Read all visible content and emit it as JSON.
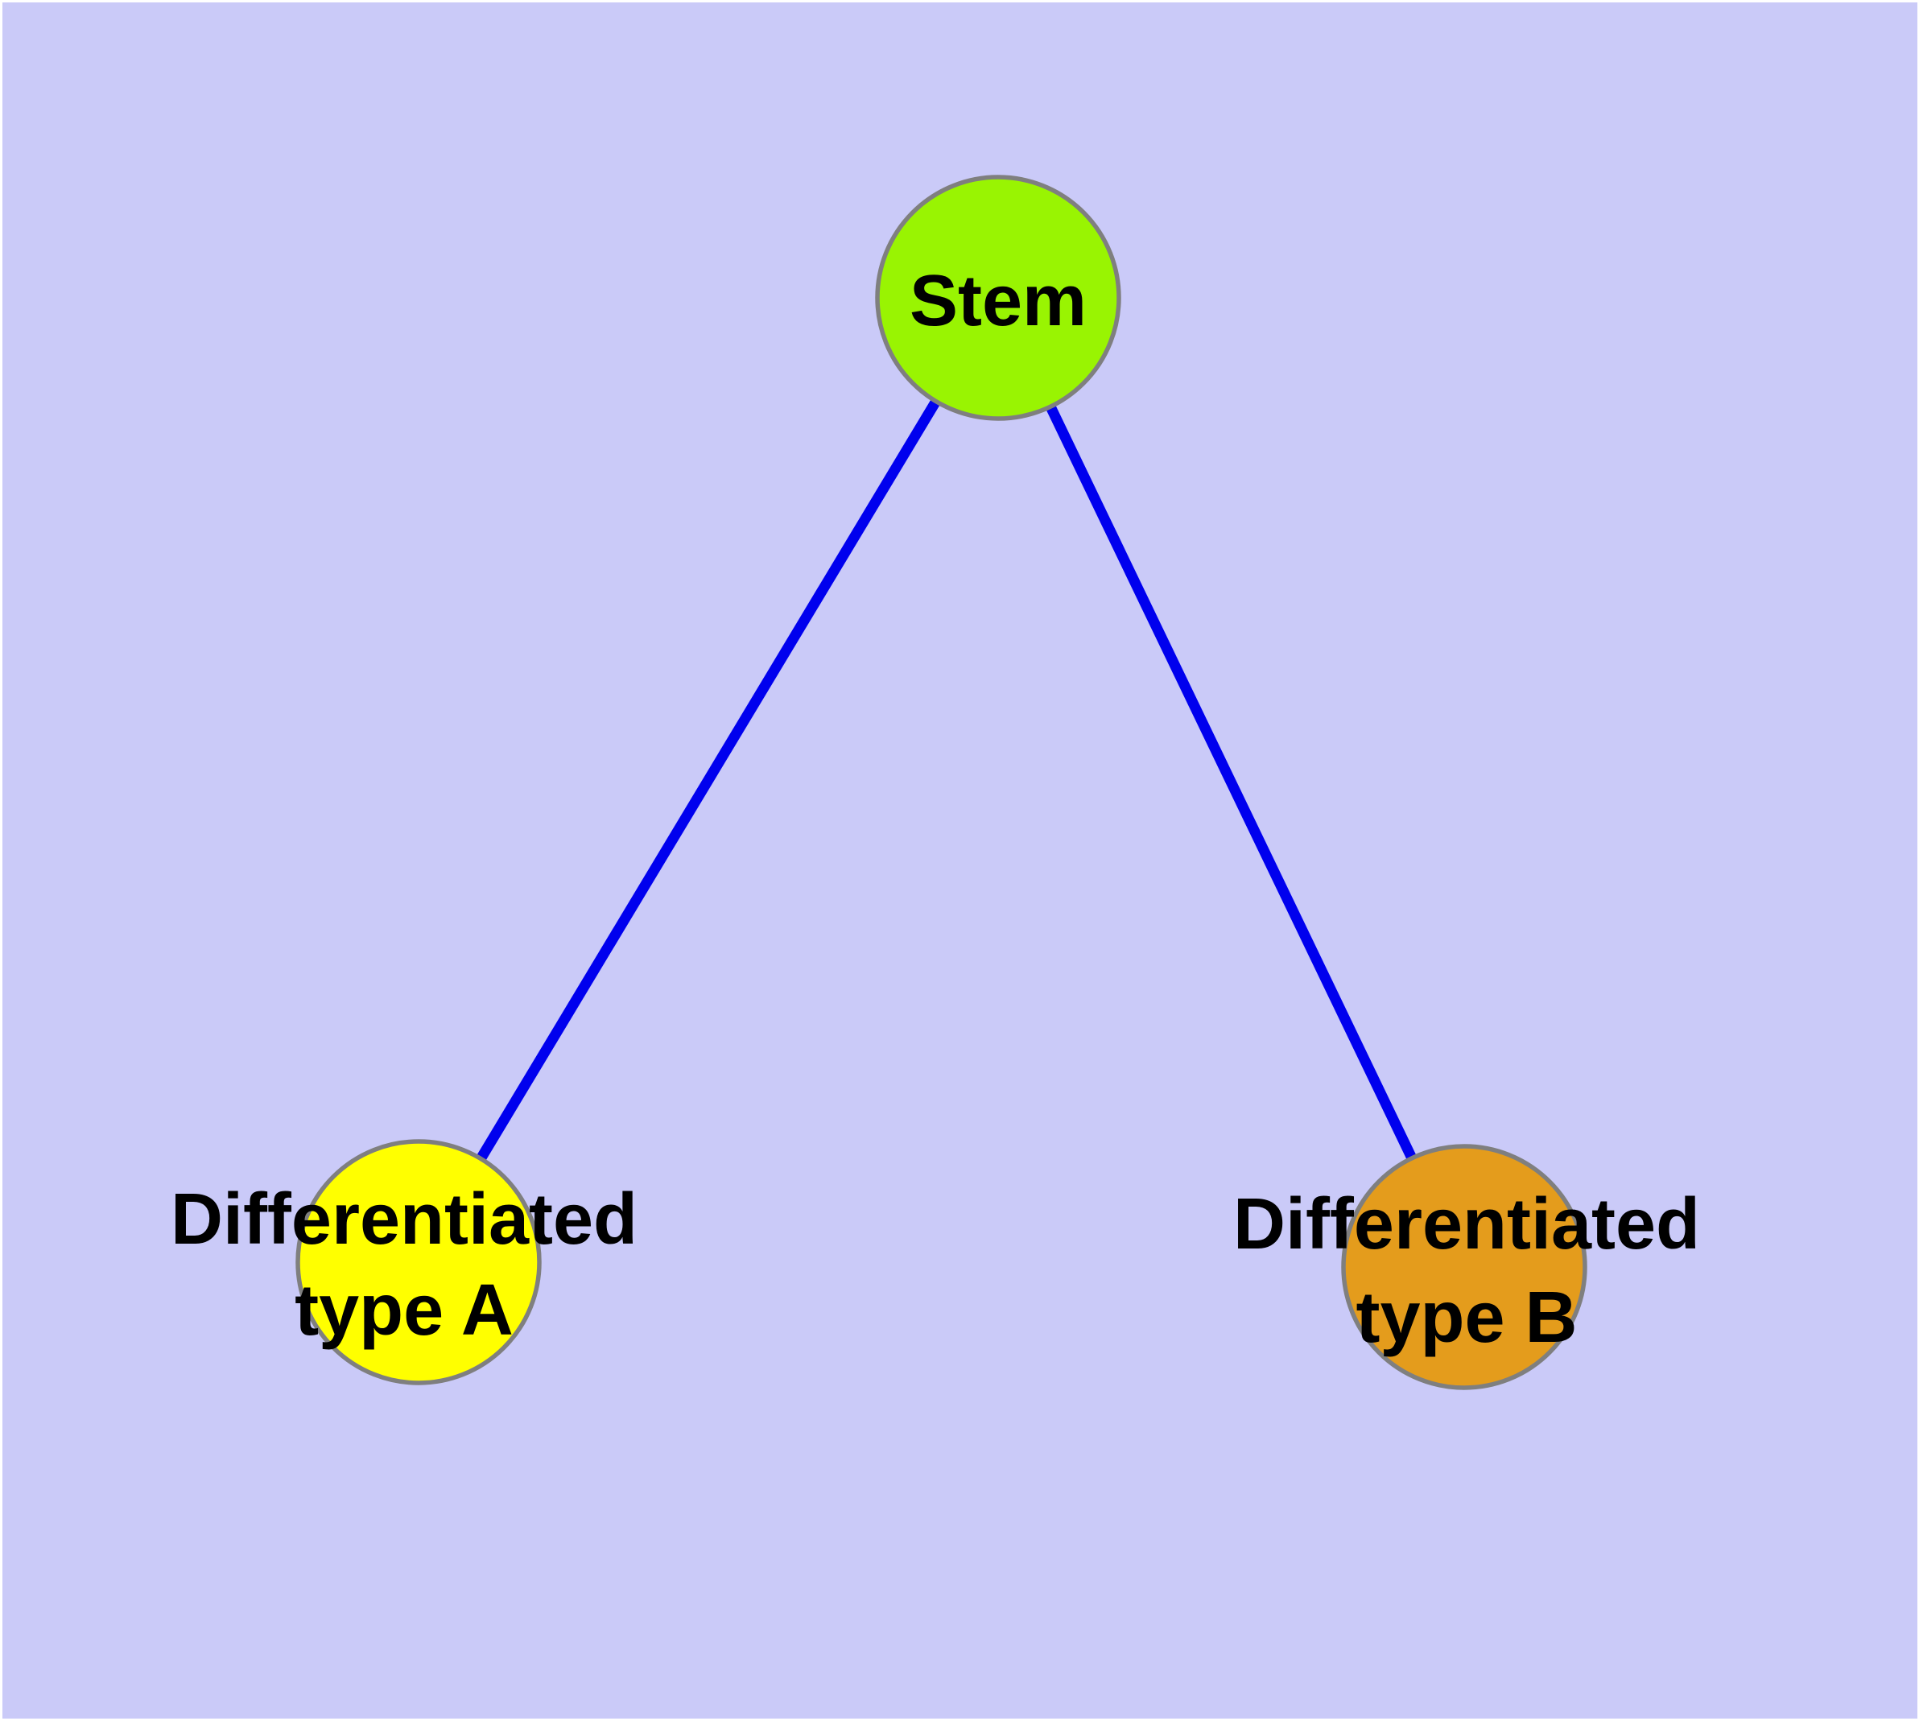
{
  "diagram": {
    "type": "cell-lineage-graph",
    "description": "Stem cell differentiation diagram: one stem node branching to two differentiated cell types"
  },
  "colors": {
    "page_background": "#ffffff",
    "canvas_background": "#cacaf8",
    "edge": "#0000ee",
    "node_border": "#7f7f7f",
    "label_text": "#000000",
    "stem_fill": "#99f402",
    "type_a_fill": "#ffff00",
    "type_b_fill": "#e49c1c"
  },
  "nodes": {
    "stem": {
      "label": "Stem"
    },
    "type_a": {
      "label_line1": "Differentiated",
      "label_line2": "type A"
    },
    "type_b": {
      "label_line1": "Differentiated",
      "label_line2": "type B"
    }
  },
  "edges": [
    {
      "from": "Stem",
      "to": "Differentiated type A"
    },
    {
      "from": "Stem",
      "to": "Differentiated type B"
    }
  ]
}
